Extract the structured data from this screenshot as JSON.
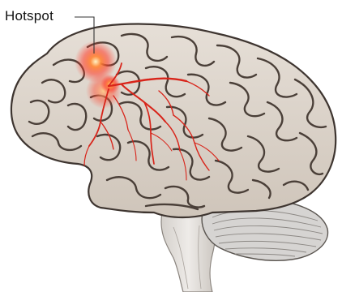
{
  "diagram": {
    "hotspot_label": "Hotspot",
    "colors": {
      "brain_fill": "#d9d0c6",
      "brain_outline": "#3e3530",
      "sulci": "#4a3f38",
      "hotspot_glow": "#ff3b2a",
      "vessels": "#d8241a",
      "cerebellum": "#cfcfcf",
      "brainstem": "#e4e0dc"
    },
    "parts": [
      "cerebrum",
      "cerebellum",
      "brainstem",
      "hotspot",
      "blood-vessels"
    ]
  }
}
